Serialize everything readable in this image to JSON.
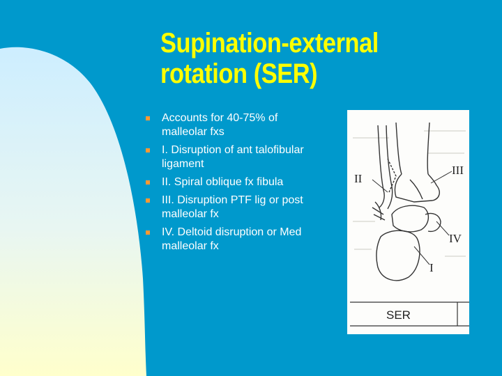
{
  "slide": {
    "title": "Supination-external rotation (SER)",
    "bullets": [
      "Accounts for 40-75% of malleolar fxs",
      "I. Disruption of ant talofibular ligament",
      "II. Spiral oblique fx fibula",
      "III. Disruption PTF lig or post malleolar fx",
      "IV. Deltoid disruption or Med malleolar fx"
    ]
  },
  "figure": {
    "labels": {
      "stage_1": "I",
      "stage_2": "II",
      "stage_3": "III",
      "stage_4": "IV"
    },
    "caption": "SER"
  },
  "colors": {
    "background": "#0099cc",
    "title": "#ffff00",
    "bullet_text": "#ffffff",
    "bullet_marker": "#ff9933"
  }
}
